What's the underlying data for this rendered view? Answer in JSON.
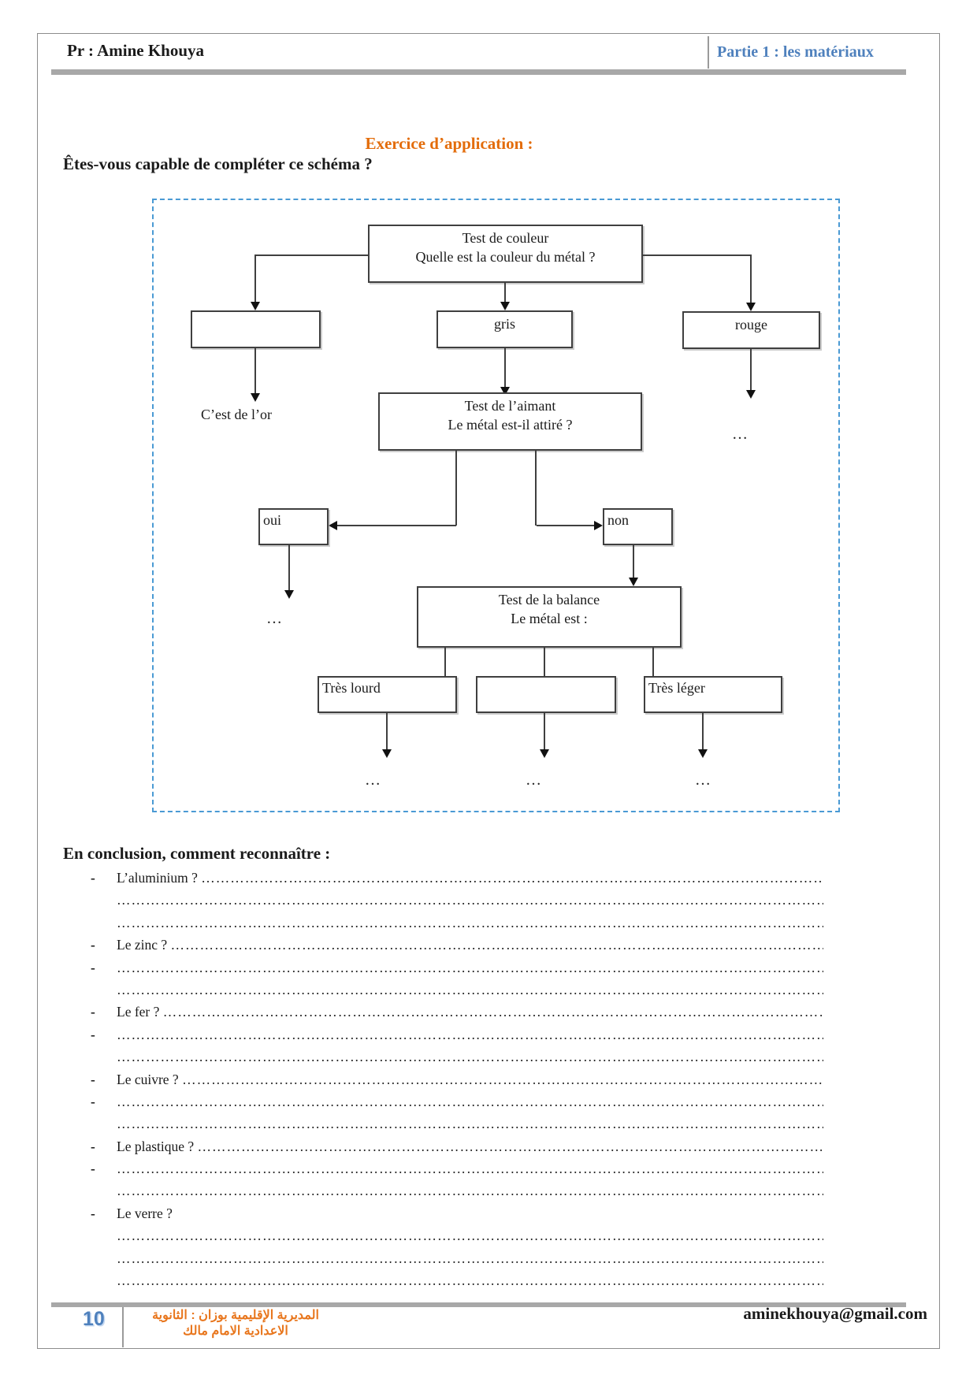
{
  "header": {
    "teacher": "Pr : Amine Khouya",
    "part": "Partie 1 : les matériaux"
  },
  "exercise": {
    "title": "Exercice d’application :",
    "question": "Êtes-vous capable de compléter ce schéma ?"
  },
  "flowchart": {
    "color_test": {
      "line1": "Test de couleur",
      "line2": "Quelle est la couleur du métal ?"
    },
    "left_color_answer": "",
    "gris": "gris",
    "rouge": "rouge",
    "gold_result": "C’est de l’or",
    "magnet_test": {
      "line1": "Test de l’aimant",
      "line2": "Le métal est-il attiré ?"
    },
    "oui": "oui",
    "non": "non",
    "balance_test": {
      "line1": "Test de la balance",
      "line2": "Le métal est :"
    },
    "tres_lourd": "Très lourd",
    "middle_weight_answer": "",
    "tres_leger": "Très léger",
    "ellipsis": "…"
  },
  "conclusion": {
    "heading": "En conclusion, comment reconnaître :",
    "dash_char": "-",
    "dots_fill": "……………………………………………………………………………………………………………………………………………………………………………………",
    "lines": [
      {
        "dash": true,
        "label": "L’aluminium ?",
        "dots": true
      },
      {
        "dash": false,
        "label": "",
        "dots": true
      },
      {
        "dash": false,
        "label": "",
        "dots": true
      },
      {
        "dash": true,
        "label": "Le zinc ?",
        "dots": true
      },
      {
        "dash": true,
        "label": "",
        "dots": true
      },
      {
        "dash": false,
        "label": "",
        "dots": true
      },
      {
        "dash": true,
        "label": "Le fer ?",
        "dots": true
      },
      {
        "dash": true,
        "label": "",
        "dots": true
      },
      {
        "dash": false,
        "label": "",
        "dots": true
      },
      {
        "dash": true,
        "label": "Le cuivre ?",
        "dots": true
      },
      {
        "dash": true,
        "label": "",
        "dots": true
      },
      {
        "dash": false,
        "label": "",
        "dots": true
      },
      {
        "dash": true,
        "label": "Le plastique ?",
        "dots": true
      },
      {
        "dash": true,
        "label": "",
        "dots": true
      },
      {
        "dash": false,
        "label": "",
        "dots": true
      },
      {
        "dash": true,
        "label": "Le verre ?",
        "dots": false
      },
      {
        "dash": false,
        "label": "",
        "dots": true
      },
      {
        "dash": false,
        "label": "",
        "dots": true
      },
      {
        "dash": false,
        "label": "",
        "dots": true
      }
    ]
  },
  "footer": {
    "page_number": "10",
    "school": "المديرية الإقليمية بوزان : الثانوية الاعدادية الامام مالك",
    "email": "aminekhouya@gmail.com"
  }
}
